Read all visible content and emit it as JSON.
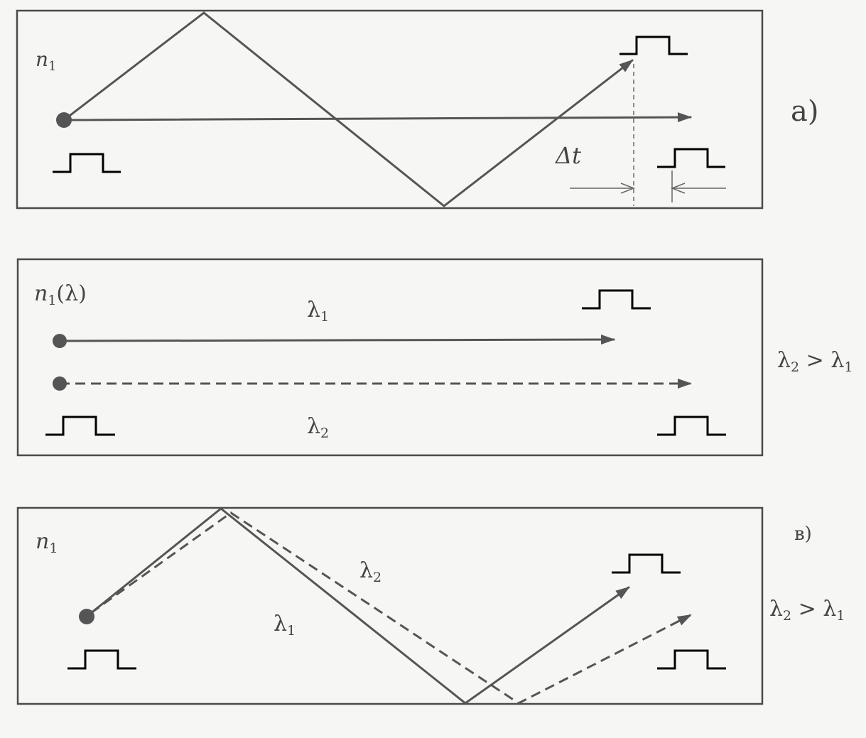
{
  "panel_a": {
    "index_label": "n",
    "index_subscript": "1",
    "delta_label": "Δt",
    "panel_label": "a)"
  },
  "panel_b": {
    "index_label": "n",
    "index_subscript": "1",
    "index_suffix": "(λ)",
    "ray1_label": "λ",
    "ray1_subscript": "1",
    "ray2_label": "λ",
    "ray2_subscript": "2",
    "side_relation": {
      "lhs": "λ",
      "lhs_sub": "2",
      "op": " > ",
      "rhs": "λ",
      "rhs_sub": "1"
    }
  },
  "panel_c": {
    "index_label": "n",
    "index_subscript": "1",
    "ray1_label": "λ",
    "ray1_subscript": "1",
    "ray2_label": "λ",
    "ray2_subscript": "2",
    "panel_label": "в)",
    "side_relation": {
      "lhs": "λ",
      "lhs_sub": "2",
      "op": " > ",
      "rhs": "λ",
      "rhs_sub": "1"
    }
  }
}
